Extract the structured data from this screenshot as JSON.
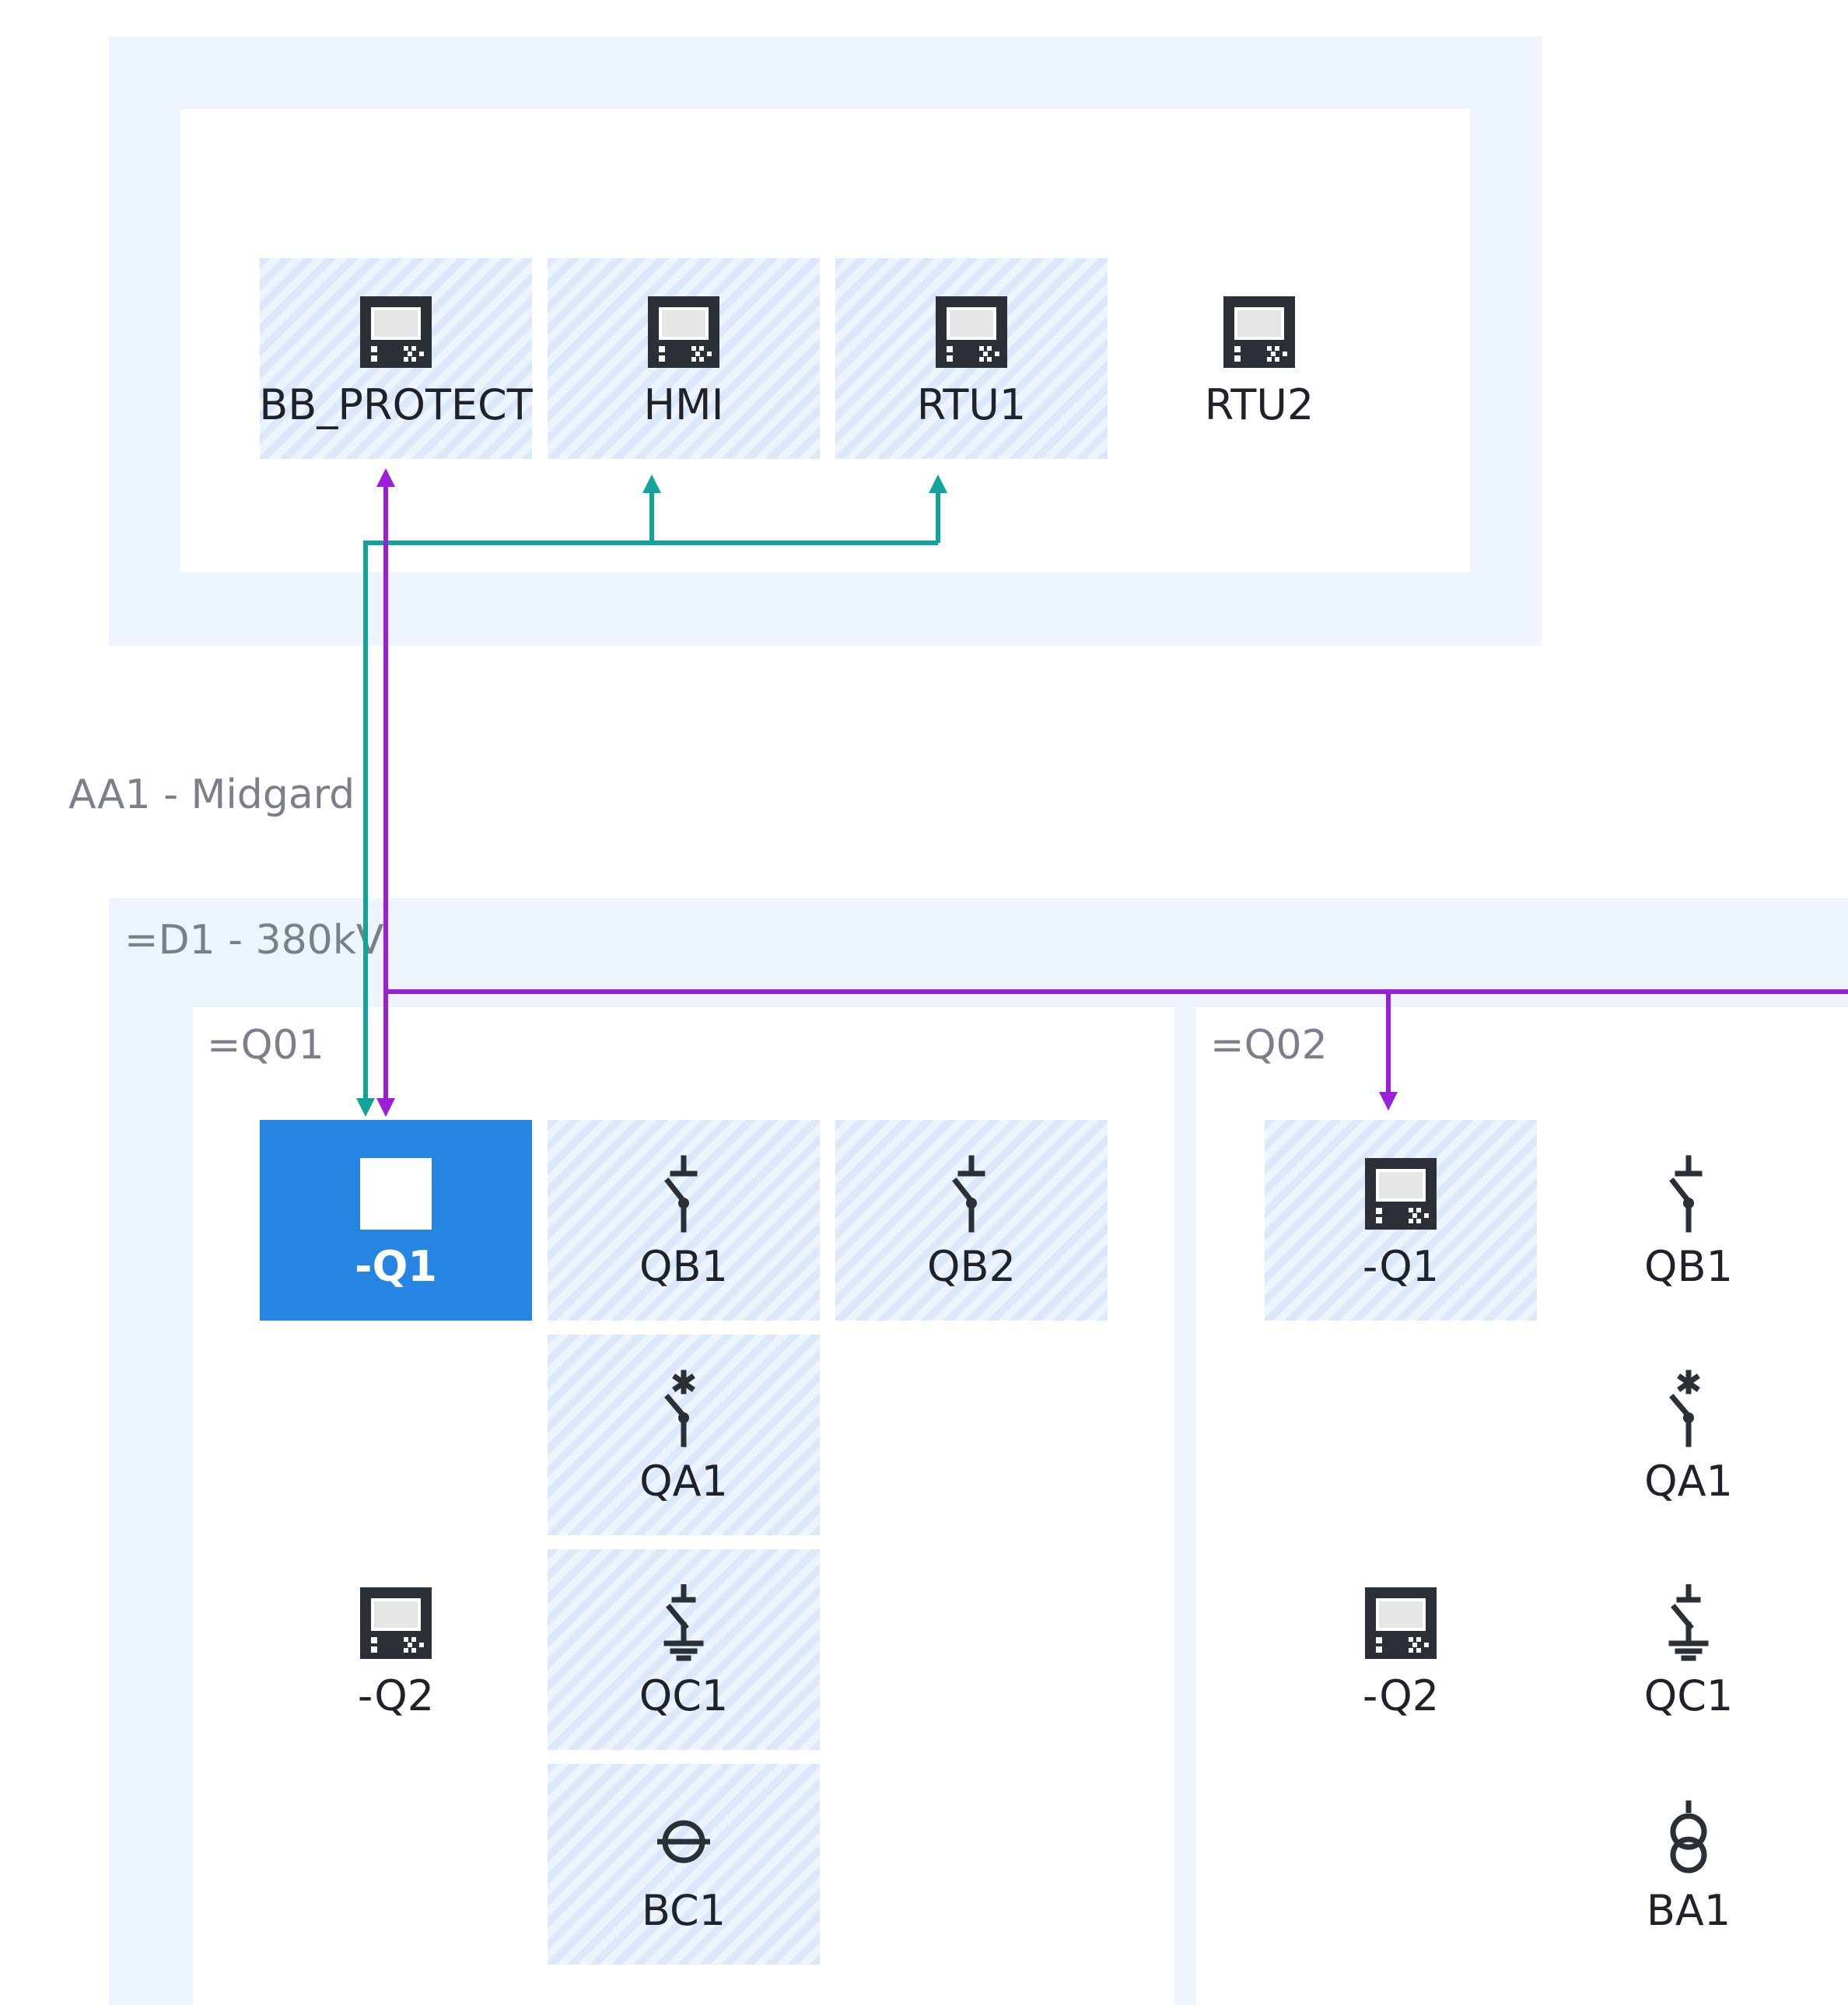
{
  "substation": {
    "label": "AA1 - Midgard"
  },
  "top_panel": {
    "devices": [
      {
        "label": "BB_PROTECT",
        "icon": "ied-icon"
      },
      {
        "label": "HMI",
        "icon": "ied-icon"
      },
      {
        "label": "RTU1",
        "icon": "ied-icon"
      },
      {
        "label": "RTU2",
        "icon": "ied-icon"
      }
    ]
  },
  "voltage_level": {
    "label": "=D1 - 380kV"
  },
  "bays": [
    {
      "label": "=Q01",
      "items": [
        {
          "label": "-Q1",
          "icon": "ied-icon",
          "selected": true
        },
        {
          "label": "QB1",
          "icon": "disconnector-icon"
        },
        {
          "label": "QB2",
          "icon": "disconnector-icon"
        },
        {
          "label": "QA1",
          "icon": "circuit-breaker-icon"
        },
        {
          "label": "-Q2",
          "icon": "ied-icon"
        },
        {
          "label": "QC1",
          "icon": "earthing-switch-icon"
        },
        {
          "label": "BC1",
          "icon": "current-transformer-icon"
        }
      ]
    },
    {
      "label": "=Q02",
      "items": [
        {
          "label": "-Q1",
          "icon": "ied-icon"
        },
        {
          "label": "QB1",
          "icon": "disconnector-icon"
        },
        {
          "label": "QA1",
          "icon": "circuit-breaker-icon"
        },
        {
          "label": "-Q2",
          "icon": "ied-icon"
        },
        {
          "label": "QC1",
          "icon": "earthing-switch-icon"
        },
        {
          "label": "BA1",
          "icon": "voltage-transformer-icon"
        }
      ]
    }
  ],
  "colors": {
    "panel_bg": "#edf4fd",
    "hatch": "#dbe8fa",
    "selected": "#2684e2",
    "link_teal": "#12a39a",
    "link_purple": "#9b1fd8",
    "icon": "#2b2f36",
    "caption": "#7b7f87"
  }
}
